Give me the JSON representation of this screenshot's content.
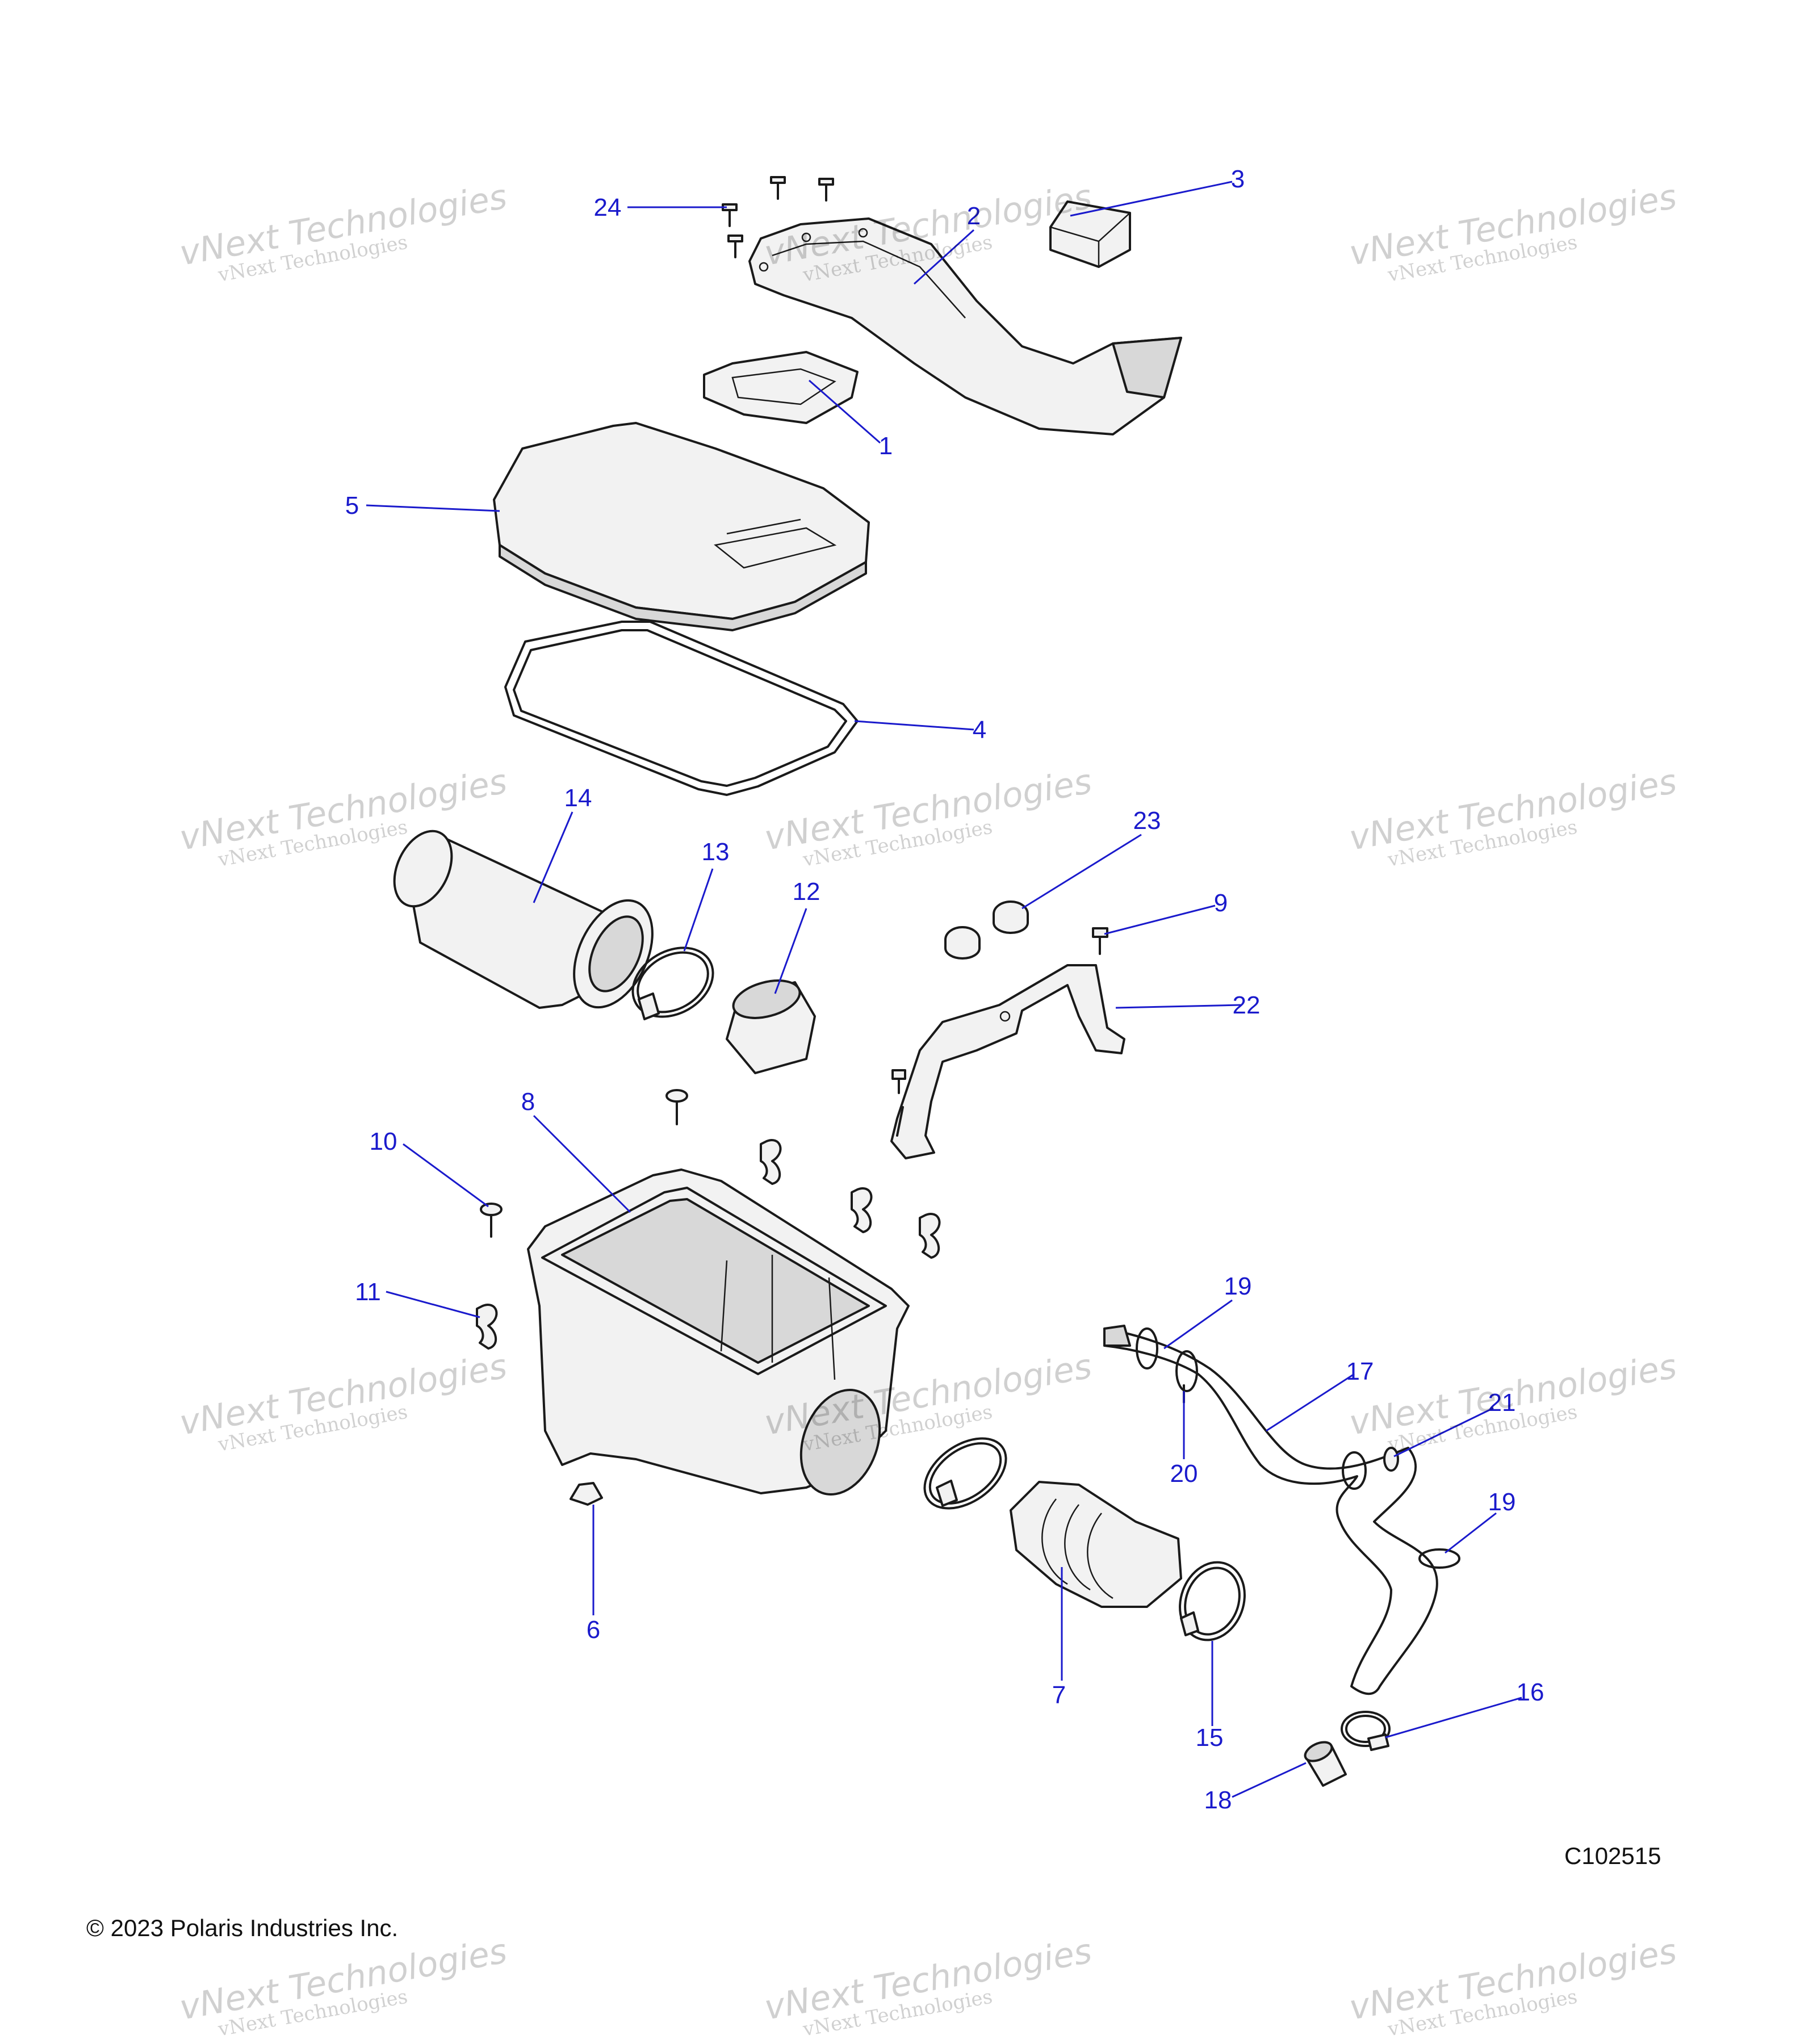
{
  "diagram": {
    "callout_color": "#1a1acc",
    "callouts": [
      {
        "id": "1",
        "label": "1"
      },
      {
        "id": "2",
        "label": "2"
      },
      {
        "id": "3",
        "label": "3"
      },
      {
        "id": "4",
        "label": "4"
      },
      {
        "id": "5",
        "label": "5"
      },
      {
        "id": "6",
        "label": "6"
      },
      {
        "id": "7",
        "label": "7"
      },
      {
        "id": "8",
        "label": "8"
      },
      {
        "id": "9",
        "label": "9"
      },
      {
        "id": "10",
        "label": "10"
      },
      {
        "id": "11",
        "label": "11"
      },
      {
        "id": "12",
        "label": "12"
      },
      {
        "id": "13",
        "label": "13"
      },
      {
        "id": "14",
        "label": "14"
      },
      {
        "id": "15",
        "label": "15"
      },
      {
        "id": "16",
        "label": "16"
      },
      {
        "id": "17",
        "label": "17"
      },
      {
        "id": "18",
        "label": "18"
      },
      {
        "id": "19a",
        "label": "19"
      },
      {
        "id": "19b",
        "label": "19"
      },
      {
        "id": "20",
        "label": "20"
      },
      {
        "id": "21",
        "label": "21"
      },
      {
        "id": "22",
        "label": "22"
      },
      {
        "id": "23",
        "label": "23"
      },
      {
        "id": "24",
        "label": "24"
      }
    ]
  },
  "watermark": {
    "line1": "vNext Technologies",
    "line2": "vNext Technologies"
  },
  "footer": {
    "copyright": "© 2023 Polaris Industries Inc.",
    "drawing_id": "C102515"
  }
}
